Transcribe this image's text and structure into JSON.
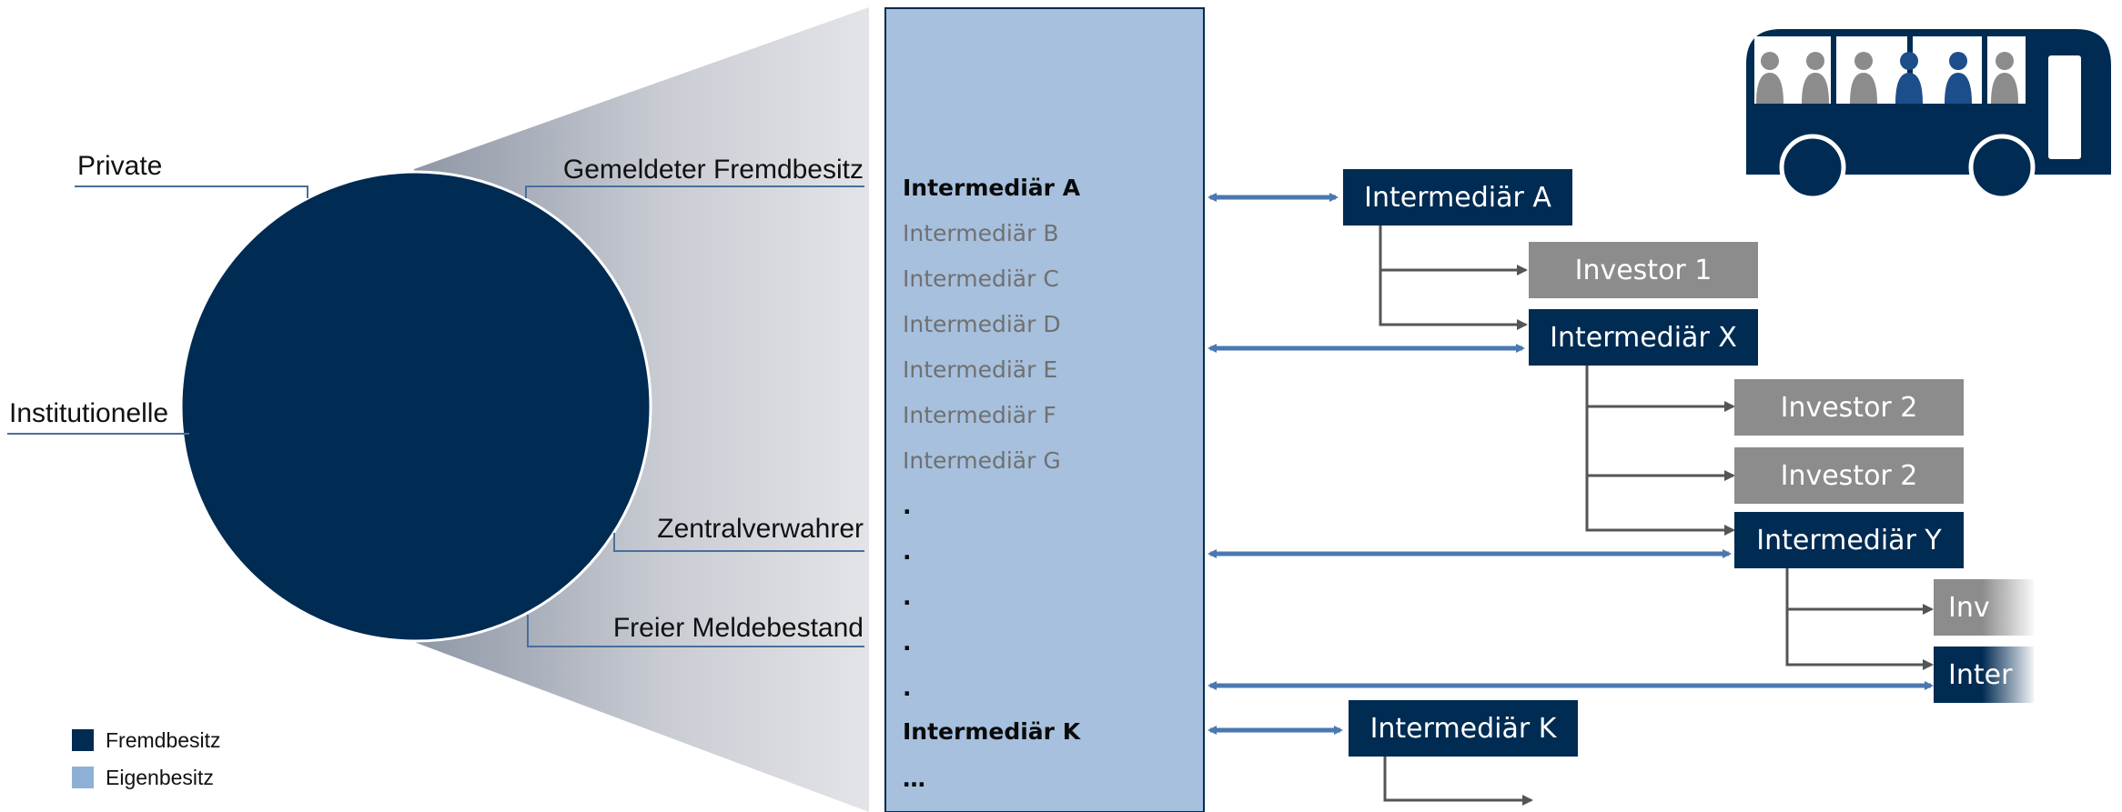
{
  "circle_labels": {
    "private": "Private",
    "institutional": "Institutionelle",
    "reported": "Gemeldeter Fremdbesitz",
    "csd": "Zentralverwahrer",
    "free": "Freier Meldebestand"
  },
  "column": {
    "items": [
      {
        "text": "Intermediär A",
        "bold": true
      },
      {
        "text": "Intermediär B",
        "bold": false
      },
      {
        "text": "Intermediär C",
        "bold": false
      },
      {
        "text": "Intermediär D",
        "bold": false
      },
      {
        "text": "Intermediär E",
        "bold": false
      },
      {
        "text": "Intermediär F",
        "bold": false
      },
      {
        "text": "Intermediär G",
        "bold": false
      },
      {
        "text": ".",
        "bold": true
      },
      {
        "text": ".",
        "bold": true
      },
      {
        "text": ".",
        "bold": true
      },
      {
        "text": ".",
        "bold": true
      },
      {
        "text": ".",
        "bold": true
      },
      {
        "text": "Intermediär K",
        "bold": true
      },
      {
        "text": "…",
        "bold": true
      }
    ]
  },
  "nodes": {
    "a": "Intermediär A",
    "inv1": "Investor 1",
    "x": "Intermediär X",
    "inv2a": "Investor 2",
    "inv2b": "Investor 2",
    "y": "Intermediär Y",
    "inv_cut": "Inv",
    "inter_cut": "Inter",
    "k": "Intermediär K"
  },
  "legend": {
    "items": [
      {
        "label": "Fremdbesitz",
        "color": "#002b52"
      },
      {
        "label": "Eigenbesitz",
        "color": "#8fb0d6"
      }
    ]
  },
  "colors": {
    "navy": "#002b52",
    "column_fill": "#a6c0de",
    "arrow_blue": "#4a78b0",
    "connector_grey": "#555555",
    "investor_grey": "#8c8c8c"
  }
}
